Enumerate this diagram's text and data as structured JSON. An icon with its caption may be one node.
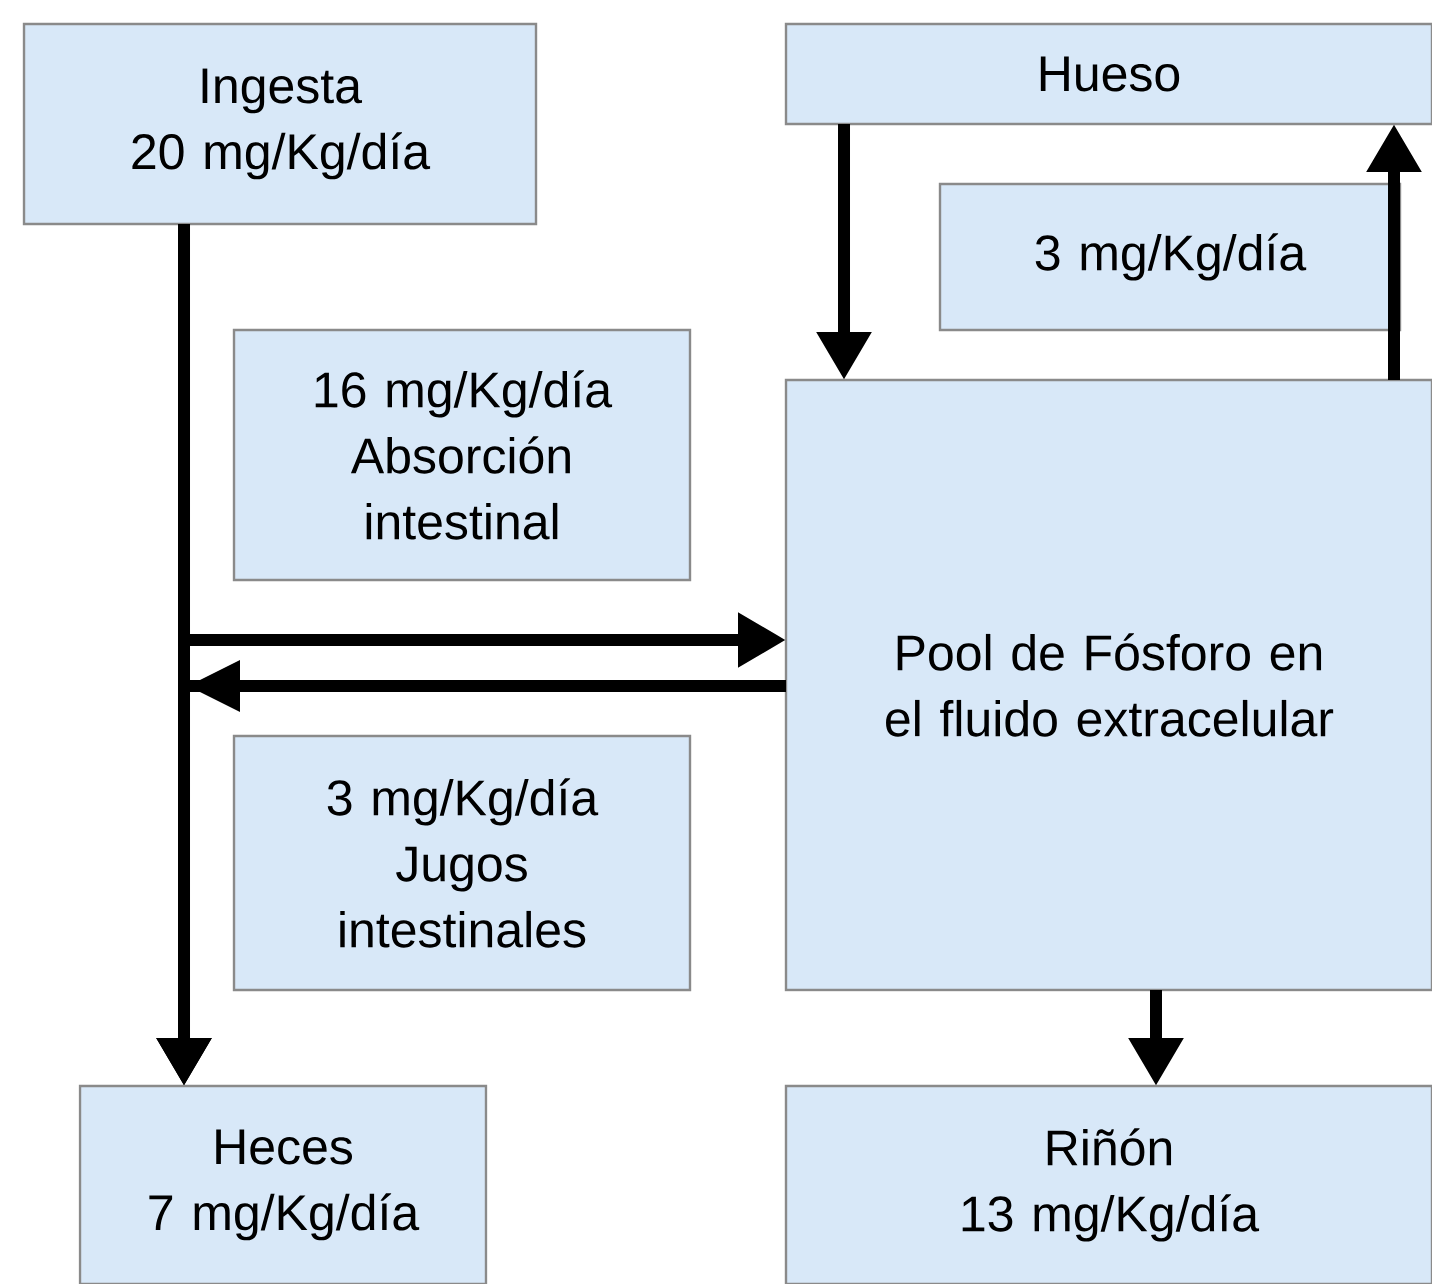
{
  "diagram": {
    "nodes": [
      {
        "text": [
          "Ingesta",
          "20 mg/Kg/día"
        ]
      },
      {
        "text": [
          "Hueso"
        ]
      },
      {
        "text": [
          "3 mg/Kg/día"
        ]
      },
      {
        "text": [
          "16 mg/Kg/día",
          "Absorción intestinal"
        ]
      },
      {
        "text": [
          "Pool de Fósforo en el fluido extracelular"
        ]
      },
      {
        "text": [
          "3 mg/Kg/día",
          "Jugos intestinales"
        ]
      },
      {
        "text": [
          "Heces",
          "7 mg/Kg/día"
        ]
      },
      {
        "text": [
          "Riñón",
          "13 mg/Kg/día"
        ]
      }
    ],
    "edges": [
      {
        "from": 0,
        "to": 6,
        "arrow": "to"
      },
      {
        "from": 0,
        "to": 4,
        "arrow": "to"
      },
      {
        "from": 4,
        "to": 6,
        "arrow": "to"
      },
      {
        "from": 1,
        "to": 4,
        "arrow": "to"
      },
      {
        "from": 4,
        "to": 1,
        "arrow": "to"
      },
      {
        "from": 4,
        "to": 7,
        "arrow": "to"
      }
    ]
  }
}
